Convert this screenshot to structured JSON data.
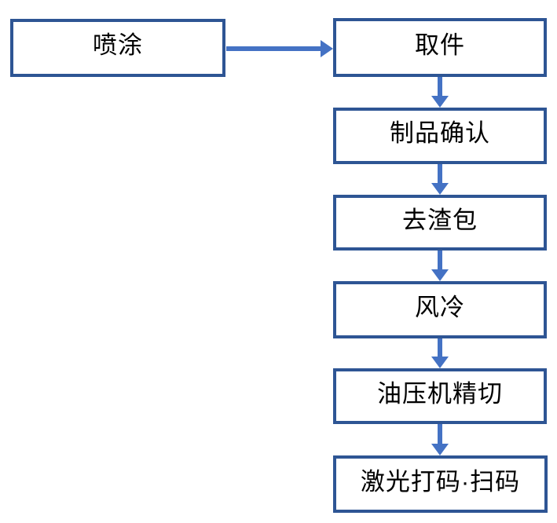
{
  "diagram": {
    "type": "flowchart",
    "direction": "top-down with side entry",
    "nodes": [
      {
        "id": "spray_coating",
        "label": "喷涂"
      },
      {
        "id": "part_pickup",
        "label": "取件"
      },
      {
        "id": "product_confirmation",
        "label": "制品确认"
      },
      {
        "id": "slag_removal",
        "label": "去渣包"
      },
      {
        "id": "air_cooling",
        "label": "风冷"
      },
      {
        "id": "hydraulic_precision_cutting",
        "label": "油压机精切"
      },
      {
        "id": "laser_marking_scanning",
        "label": "激光打码·扫码"
      }
    ],
    "edges": [
      {
        "from": "spray_coating",
        "to": "part_pickup",
        "direction": "right"
      },
      {
        "from": "part_pickup",
        "to": "product_confirmation",
        "direction": "down"
      },
      {
        "from": "product_confirmation",
        "to": "slag_removal",
        "direction": "down"
      },
      {
        "from": "slag_removal",
        "to": "air_cooling",
        "direction": "down"
      },
      {
        "from": "air_cooling",
        "to": "hydraulic_precision_cutting",
        "direction": "down"
      },
      {
        "from": "hydraulic_precision_cutting",
        "to": "laser_marking_scanning",
        "direction": "down"
      }
    ],
    "colors": {
      "box_border": "#2E5594",
      "box_fill": "#FFFFFF",
      "arrow": "#4472C4",
      "text": "#000000",
      "background": "#FFFFFF"
    }
  }
}
